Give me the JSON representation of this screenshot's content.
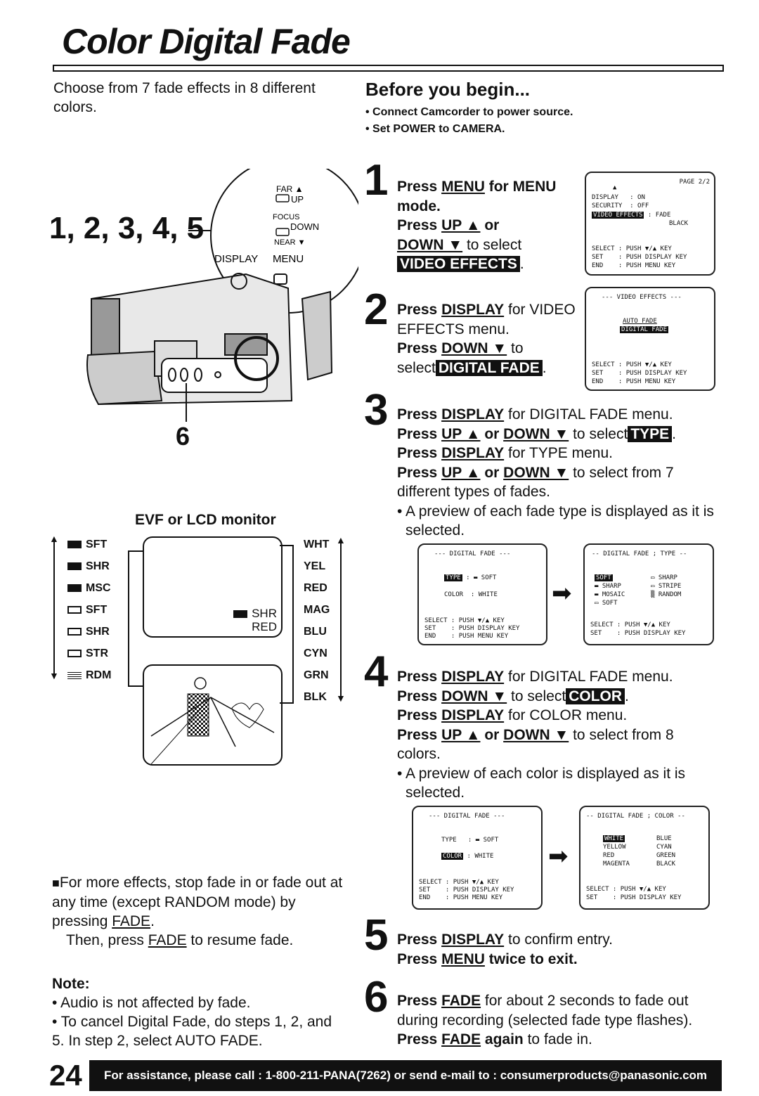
{
  "title": "Color Digital Fade",
  "intro": "Choose from 7 fade effects in 8 different colors.",
  "before": {
    "heading": "Before you begin...",
    "items": [
      "• Connect Camcorder to power source.",
      "• Set POWER to CAMERA."
    ]
  },
  "illustration": {
    "callout": "1, 2, 3, 4, 5",
    "callout6": "6",
    "far": "FAR",
    "up": "UP",
    "focus": "FOCUS",
    "down": "DOWN",
    "near": "NEAR",
    "display": "DISPLAY",
    "menu": "MENU"
  },
  "evf": {
    "heading": "EVF or LCD monitor",
    "left": [
      "SFT",
      "SHR",
      "MSC",
      "SFT",
      "SHR",
      "STR",
      "RDM"
    ],
    "right": [
      "WHT",
      "YEL",
      "RED",
      "MAG",
      "BLU",
      "CYN",
      "GRN",
      "BLK"
    ],
    "screen_type": "SHR",
    "screen_color": "RED"
  },
  "step1": {
    "num": "1",
    "a": "Press ",
    "a_u": "MENU",
    "a2": " for MENU mode.",
    "b": "Press ",
    "b_u": "UP ▲",
    "b2": " or",
    "b_u2": "DOWN ▼",
    "b3": " to select",
    "hl": "VIDEO EFFECTS",
    "end": ".",
    "screen": {
      "page": "PAGE 2/2",
      "arrow": "▲",
      "r1": "DISPLAY   : ON",
      "r2": "SECURITY  : OFF",
      "r3a": "VIDEO EFFECTS",
      "r3b": " : FADE",
      "r4": "BLACK",
      "s1": "SELECT : PUSH ▼/▲ KEY",
      "s2": "SET    : PUSH DISPLAY KEY",
      "s3": "END    : PUSH MENU KEY"
    }
  },
  "step2": {
    "num": "2",
    "a": "Press ",
    "a_u": "DISPLAY",
    "a2": " for VIDEO EFFECTS menu.",
    "b": "Press ",
    "b_u": "DOWN ▼",
    "b2": " to select",
    "hl": "DIGITAL FADE",
    "end": ".",
    "screen": {
      "head": "--- VIDEO EFFECTS ---",
      "r1": "AUTO FADE",
      "r2": "DIGITAL FADE",
      "s1": "SELECT : PUSH ▼/▲ KEY",
      "s2": "SET    : PUSH DISPLAY KEY",
      "s3": "END    : PUSH MENU KEY"
    }
  },
  "step3": {
    "num": "3",
    "l1a": "Press ",
    "l1u": "DISPLAY",
    "l1b": " for DIGITAL FADE menu.",
    "l2a": "Press ",
    "l2u": "UP ▲",
    "l2b": " or ",
    "l2u2": "DOWN ▼",
    "l2c": " to select",
    "l2hl": "TYPE",
    "l2d": ".",
    "l3a": "Press ",
    "l3u": "DISPLAY",
    "l3b": " for TYPE menu.",
    "l4a": "Press ",
    "l4u": "UP ▲",
    "l4b": " or ",
    "l4u2": "DOWN ▼",
    "l4c": " to select from 7 different types of fades.",
    "bullet": "• A preview of each fade type is displayed as it is selected.",
    "screenA": {
      "head": "--- DIGITAL FADE ---",
      "r1a": "TYPE",
      "r1b": " : ▬ SOFT",
      "r2": "COLOR  : WHITE",
      "s1": "SELECT : PUSH ▼/▲ KEY",
      "s2": "SET    : PUSH DISPLAY KEY",
      "s3": "END    : PUSH MENU KEY"
    },
    "screenB": {
      "head": "-- DIGITAL FADE ; TYPE --",
      "c1": [
        "SOFT",
        "▬ SHARP",
        "▬ MOSAIC",
        "▭ SOFT"
      ],
      "c2": [
        "▭ SHARP",
        "▭ STRIPE",
        "▒ RANDOM"
      ],
      "s1": "SELECT : PUSH ▼/▲ KEY",
      "s2": "SET    : PUSH DISPLAY KEY"
    }
  },
  "step4": {
    "num": "4",
    "l1a": "Press ",
    "l1u": "DISPLAY",
    "l1b": " for DIGITAL FADE menu.",
    "l2a": "Press ",
    "l2u": "DOWN ▼",
    "l2b": " to select",
    "l2hl": "COLOR",
    "l2c": ".",
    "l3a": "Press ",
    "l3u": "DISPLAY",
    "l3b": " for COLOR menu.",
    "l4a": "Press ",
    "l4u": "UP ▲",
    "l4b": " or ",
    "l4u2": "DOWN ▼",
    "l4c": " to select from 8 colors.",
    "bullet": "• A preview of each color is displayed as it is selected.",
    "screenA": {
      "head": "--- DIGITAL FADE ---",
      "r1": "TYPE   : ▬ SOFT",
      "r2a": "COLOR",
      "r2b": " : WHITE",
      "s1": "SELECT : PUSH ▼/▲ KEY",
      "s2": "SET    : PUSH DISPLAY KEY",
      "s3": "END    : PUSH MENU KEY"
    },
    "screenB": {
      "head": "-- DIGITAL FADE ; COLOR --",
      "c1": [
        "WHITE",
        "YELLOW",
        "RED",
        "MAGENTA"
      ],
      "c2": [
        "BLUE",
        "CYAN",
        "GREEN",
        "BLACK"
      ],
      "s1": "SELECT : PUSH ▼/▲ KEY",
      "s2": "SET    : PUSH DISPLAY KEY"
    }
  },
  "step5": {
    "num": "5",
    "l1a": "Press ",
    "l1u": "DISPLAY",
    "l1b": " to confirm entry.",
    "l2a": "Press ",
    "l2u": "MENU",
    "l2b": " twice to exit."
  },
  "step6": {
    "num": "6",
    "a": "Press ",
    "a_u": "FADE",
    "a2": " for about 2 seconds to fade out during recording (selected fade type flashes). ",
    "b": "Press ",
    "b_u": "FADE",
    "b2": " again",
    "b3": " to fade in."
  },
  "more": {
    "t1": "For more effects, stop fade in or fade out at any time (except RANDOM mode) by pressing ",
    "t1u": "FADE",
    "t1e": ".",
    "t2": "Then, press ",
    "t2u": "FADE",
    "t2e": " to resume fade."
  },
  "note": {
    "heading": "Note:",
    "items": [
      "• Audio is not affected by fade.",
      "• To cancel Digital Fade, do steps 1, 2, and 5. In step 2, select AUTO FADE."
    ]
  },
  "footer": {
    "page": "24",
    "text": "For assistance, please call : 1-800-211-PANA(7262) or send e-mail to : consumerproducts@panasonic.com"
  }
}
